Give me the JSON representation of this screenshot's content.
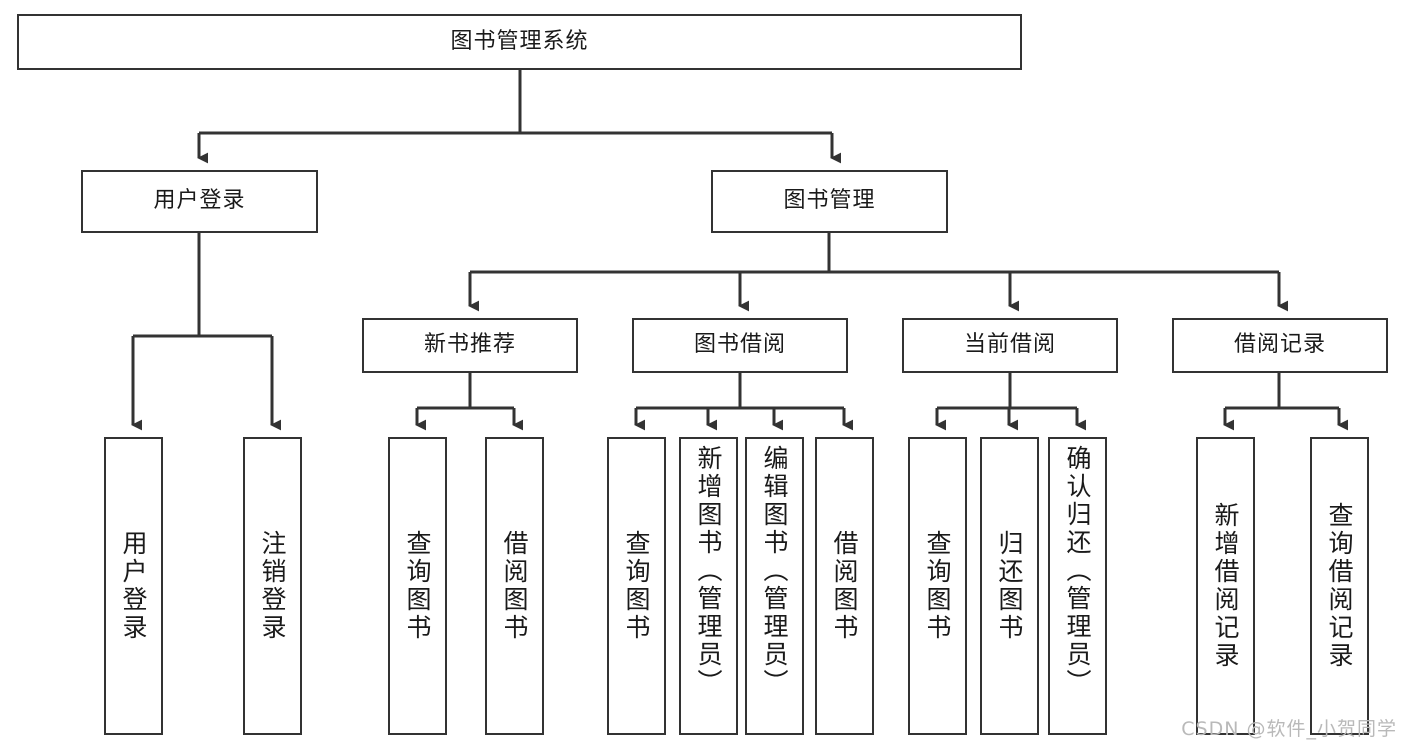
{
  "diagram": {
    "title": "图书管理系统",
    "type": "tree",
    "watermark": "CSDN @软件_小贺同学",
    "colors": {
      "box_border": "#333333",
      "box_fill": "#ffffff",
      "connector": "#333333",
      "text": "#1a1a1a",
      "watermark": "#b9b9b9"
    },
    "root": {
      "label": "图书管理系统"
    },
    "level2": [
      {
        "label": "用户登录"
      },
      {
        "label": "图书管理"
      }
    ],
    "level3": [
      {
        "label": "新书推荐"
      },
      {
        "label": "图书借阅"
      },
      {
        "label": "当前借阅"
      },
      {
        "label": "借阅记录"
      }
    ],
    "leaves": {
      "user_login": [
        {
          "label": "用户登录"
        },
        {
          "label": "注销登录"
        }
      ],
      "new_book_recommend": [
        {
          "label": "查询图书"
        },
        {
          "label": "借阅图书"
        }
      ],
      "book_borrow": [
        {
          "label": "查询图书"
        },
        {
          "label": "新增图书（管理员）"
        },
        {
          "label": "编辑图书（管理员）"
        },
        {
          "label": "借阅图书"
        }
      ],
      "current_borrow": [
        {
          "label": "查询图书"
        },
        {
          "label": "归还图书"
        },
        {
          "label": "确认归还（管理员）"
        }
      ],
      "borrow_records": [
        {
          "label": "新增借阅记录"
        },
        {
          "label": "查询借阅记录"
        }
      ]
    }
  }
}
